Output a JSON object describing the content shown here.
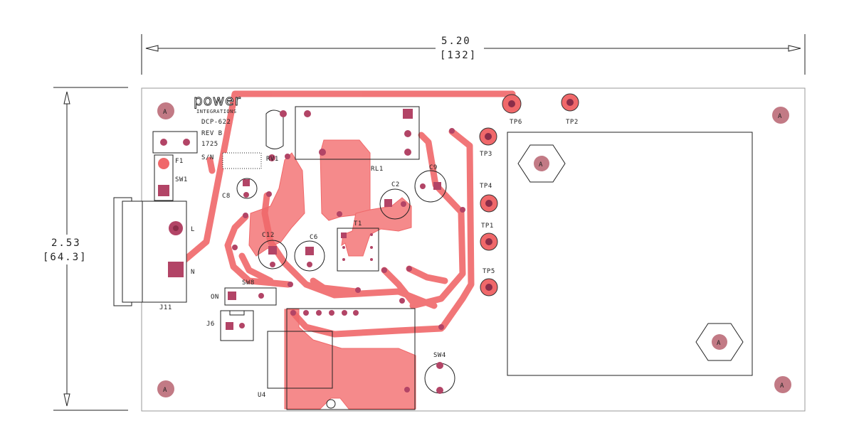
{
  "dimensions": {
    "width_inches": "5.20",
    "width_mm": "[132]",
    "height_inches": "2.53",
    "height_mm": "[64.3]"
  },
  "board_info": {
    "logo": "power",
    "logo_sub": "INTEGRATIONS",
    "part_number": "DCP-622",
    "revision": "REV B",
    "date_code": "1725",
    "serial_label": "S/N"
  },
  "reference_designators": {
    "f1": "F1",
    "sw1": "SW1",
    "j11": "J11",
    "l": "L",
    "n": "N",
    "c8": "C8",
    "rv1": "RV1",
    "rl1": "RL1",
    "c2": "C2",
    "c9": "C9",
    "c12": "C12",
    "c6": "C6",
    "t1": "T1",
    "sw8": "SW8",
    "on": "ON",
    "j6": "J6",
    "u4": "U4",
    "sw4": "SW4",
    "tp1": "TP1",
    "tp2": "TP2",
    "tp3": "TP3",
    "tp4": "TP4",
    "tp5": "TP5",
    "tp6": "TP6"
  },
  "mounting_hole_label": "A",
  "colors": {
    "copper": "#f0686a",
    "copper_fill": "#f58a8b",
    "pad": "#b24466",
    "pad_dark": "#8a2d49",
    "outline": "#222222"
  }
}
